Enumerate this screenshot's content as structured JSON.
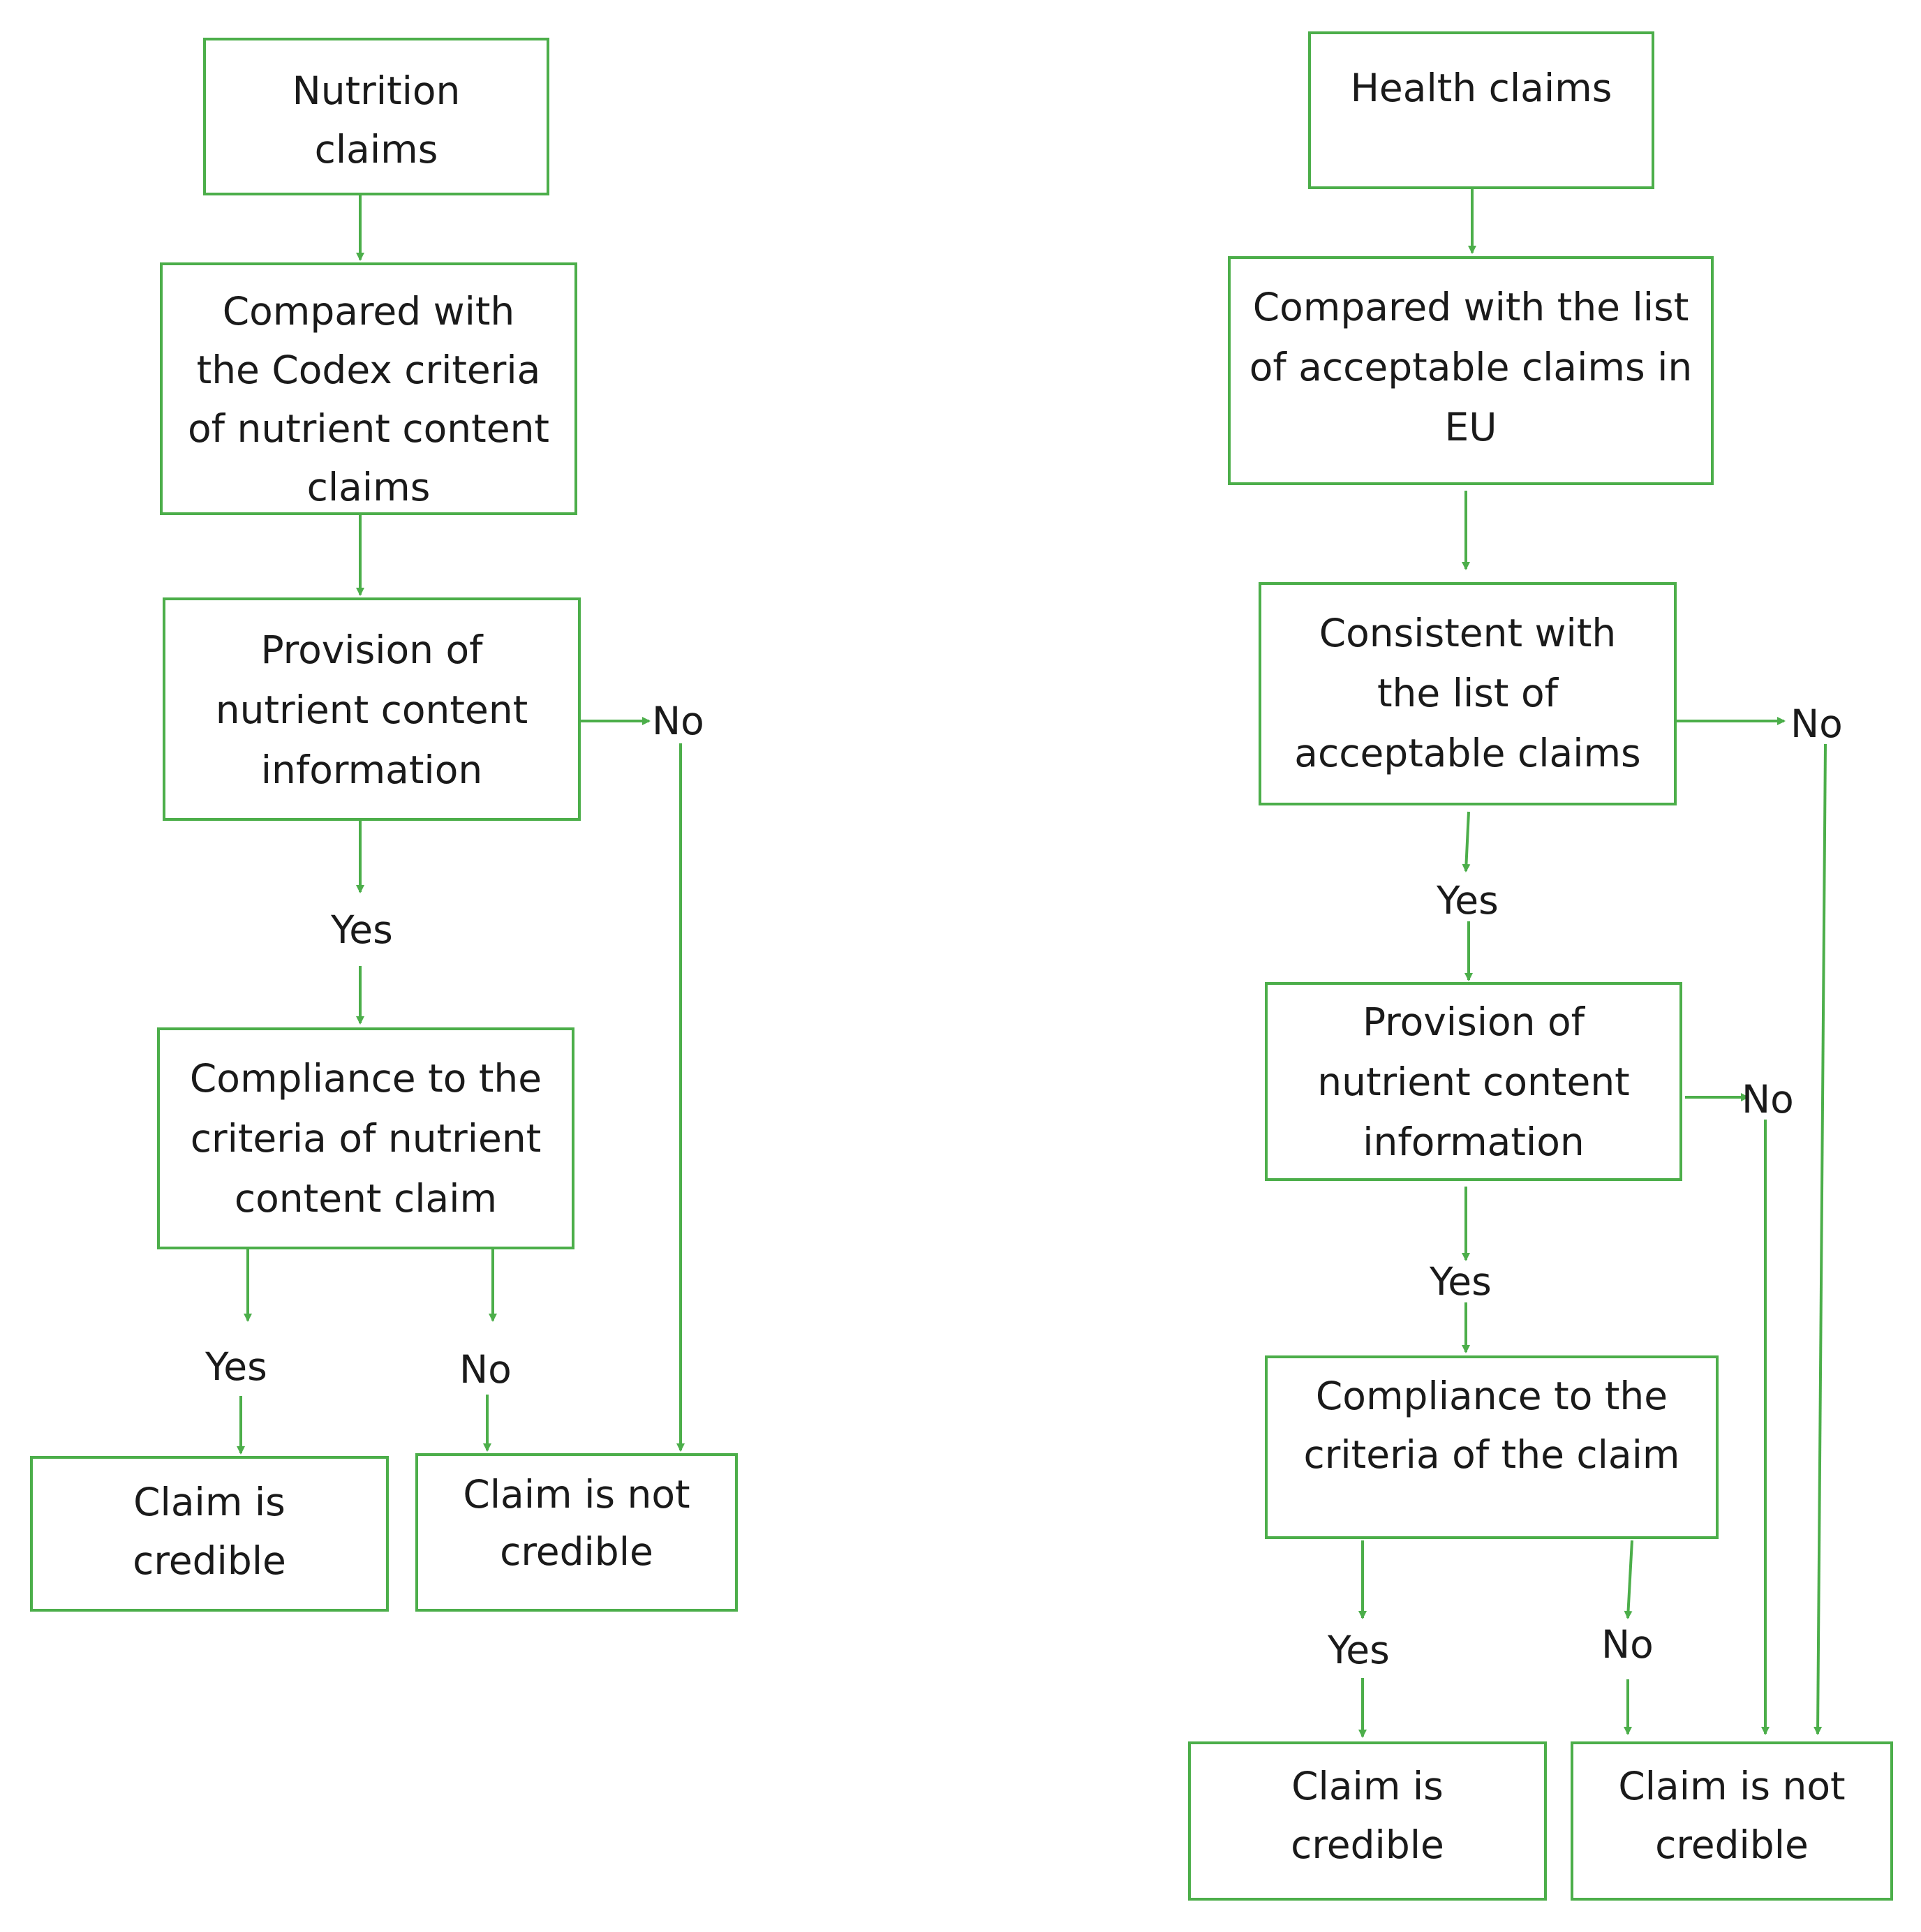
{
  "colors": {
    "accent": "#4cae4a",
    "text": "#1a1a1a"
  },
  "nutrition": {
    "start": "Nutrition\nclaims",
    "compare": "Compared with\nthe Codex criteria\nof nutrient content\nclaims",
    "provision": "Provision of\nnutrient content\ninformation",
    "compliance": "Compliance to the\ncriteria of nutrient\ncontent claim",
    "credible": "Claim is\ncredible",
    "not_credible": "Claim is not\ncredible",
    "labels": {
      "no_provision": "No",
      "yes_provision": "Yes",
      "yes_compliance": "Yes",
      "no_compliance": "No"
    }
  },
  "health": {
    "start": "Health claims",
    "compare": "Compared with the list\nof acceptable claims in\nEU",
    "consistent": "Consistent with\nthe list of\nacceptable claims",
    "provision": "Provision of\nnutrient content\ninformation",
    "compliance": "Compliance to the\ncriteria of the claim",
    "credible": "Claim is\ncredible",
    "not_credible": "Claim is not\ncredible",
    "labels": {
      "no_consistent": "No",
      "yes_consistent": "Yes",
      "no_provision": "No",
      "yes_provision": "Yes",
      "yes_compliance": "Yes",
      "no_compliance": "No"
    }
  }
}
